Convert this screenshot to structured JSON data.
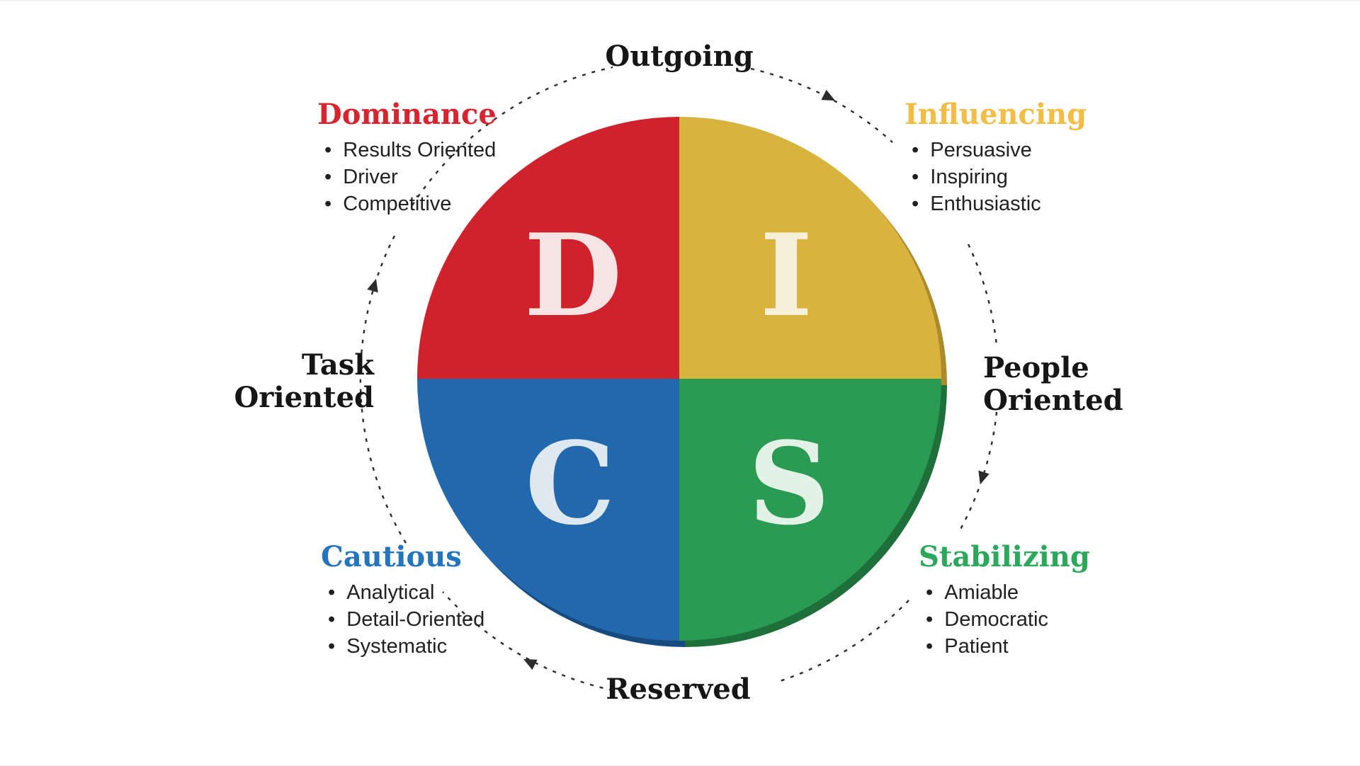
{
  "diagram": {
    "type": "DISC quadrant model",
    "background": "#FFFFFF"
  },
  "axis_labels": {
    "top": "Outgoing",
    "bottom": "Reserved",
    "left_line1": "Task",
    "left_line2": "Oriented",
    "right_line1": "People",
    "right_line2": "Oriented",
    "color": "#161616"
  },
  "quadrants": [
    {
      "letter": "D",
      "name": "Dominance",
      "traits": [
        "Results Oriented",
        "Driver",
        "Competitive"
      ],
      "fill": "#CF222D",
      "shadow": "#9C1F28",
      "letter_color": "#F6E3E4",
      "heading_color": "#D8242F",
      "position": "top-left"
    },
    {
      "letter": "I",
      "name": "Influencing",
      "traits": [
        "Persuasive",
        "Inspiring",
        "Enthusiastic"
      ],
      "fill": "#D8B33D",
      "shadow": "#AC8A2E",
      "letter_color": "#F7EFD8",
      "heading_color": "#F2BC45",
      "position": "top-right"
    },
    {
      "letter": "C",
      "name": "Cautious",
      "traits": [
        "Analytical",
        "Detail-Oriented",
        "Systematic"
      ],
      "fill": "#2268AD",
      "shadow": "#174A7E",
      "letter_color": "#DEE8F1",
      "heading_color": "#2376BE",
      "position": "bottom-left"
    },
    {
      "letter": "S",
      "name": "Stabilizing",
      "traits": [
        "Amiable",
        "Democratic",
        "Patient"
      ],
      "fill": "#2A9B52",
      "shadow": "#1E6F3A",
      "letter_color": "#E2F2E7",
      "heading_color": "#2BA85B",
      "position": "bottom-right"
    }
  ],
  "arrows": {
    "color": "#2B2B2B",
    "style": "dashed arc",
    "direction": "clockwise"
  },
  "trait_text_color": "#212121"
}
